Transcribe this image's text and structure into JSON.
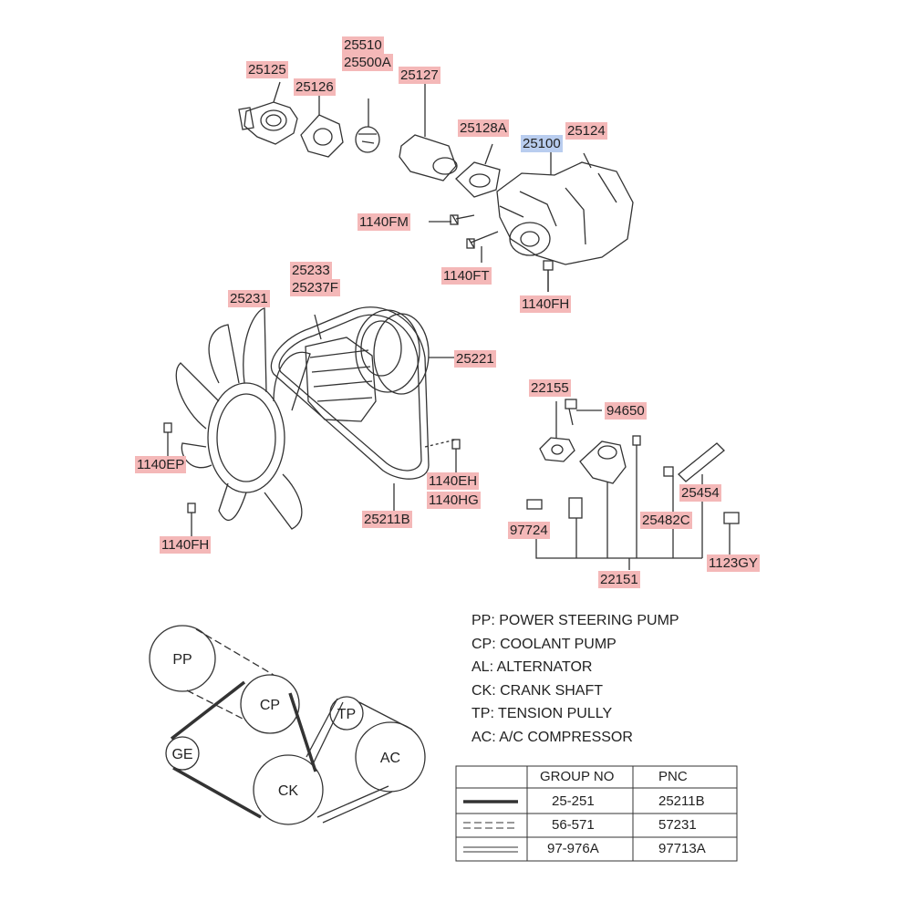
{
  "callouts": {
    "p25510": "25510",
    "p25500A": "25500A",
    "p25125": "25125",
    "p25126": "25126",
    "p25127": "25127",
    "p25128A": "25128A",
    "p25100": "25100",
    "p25124": "25124",
    "p1140FM": "1140FM",
    "p1140FT": "1140FT",
    "p1140FH_a": "1140FH",
    "p25233": "25233",
    "p25237F": "25237F",
    "p25231": "25231",
    "p25221": "25221",
    "p1140EP": "1140EP",
    "p1140EH": "1140EH",
    "p1140HG": "1140HG",
    "p25211B": "25211B",
    "p1140FH_b": "1140FH",
    "p22155": "22155",
    "p94650": "94650",
    "p25454": "25454",
    "p25482C": "25482C",
    "p97724": "97724",
    "p1123GY": "1123GY",
    "p22151": "22151"
  },
  "legend": [
    "PP: POWER STEERING PUMP",
    "CP: COOLANT PUMP",
    "AL: ALTERNATOR",
    "CK: CRANK SHAFT",
    "TP: TENSION PULLY",
    "AC: A/C COMPRESSOR"
  ],
  "pulleys": {
    "pp": "PP",
    "cp": "CP",
    "ge": "GE",
    "ck": "CK",
    "tp": "TP",
    "ac": "AC"
  },
  "table": {
    "headers": [
      "GROUP NO",
      "PNC"
    ],
    "rows": [
      {
        "group": "25-251",
        "pnc": "25211B",
        "line": "solid-bold"
      },
      {
        "group": "56-571",
        "pnc": "57231",
        "line": "dashed-double"
      },
      {
        "group": "97-976A",
        "pnc": "97713A",
        "line": "double"
      }
    ]
  },
  "colors": {
    "callout_bg": "#f4b8b8",
    "highlight_bg": "#b9cdef",
    "line": "#222222"
  }
}
